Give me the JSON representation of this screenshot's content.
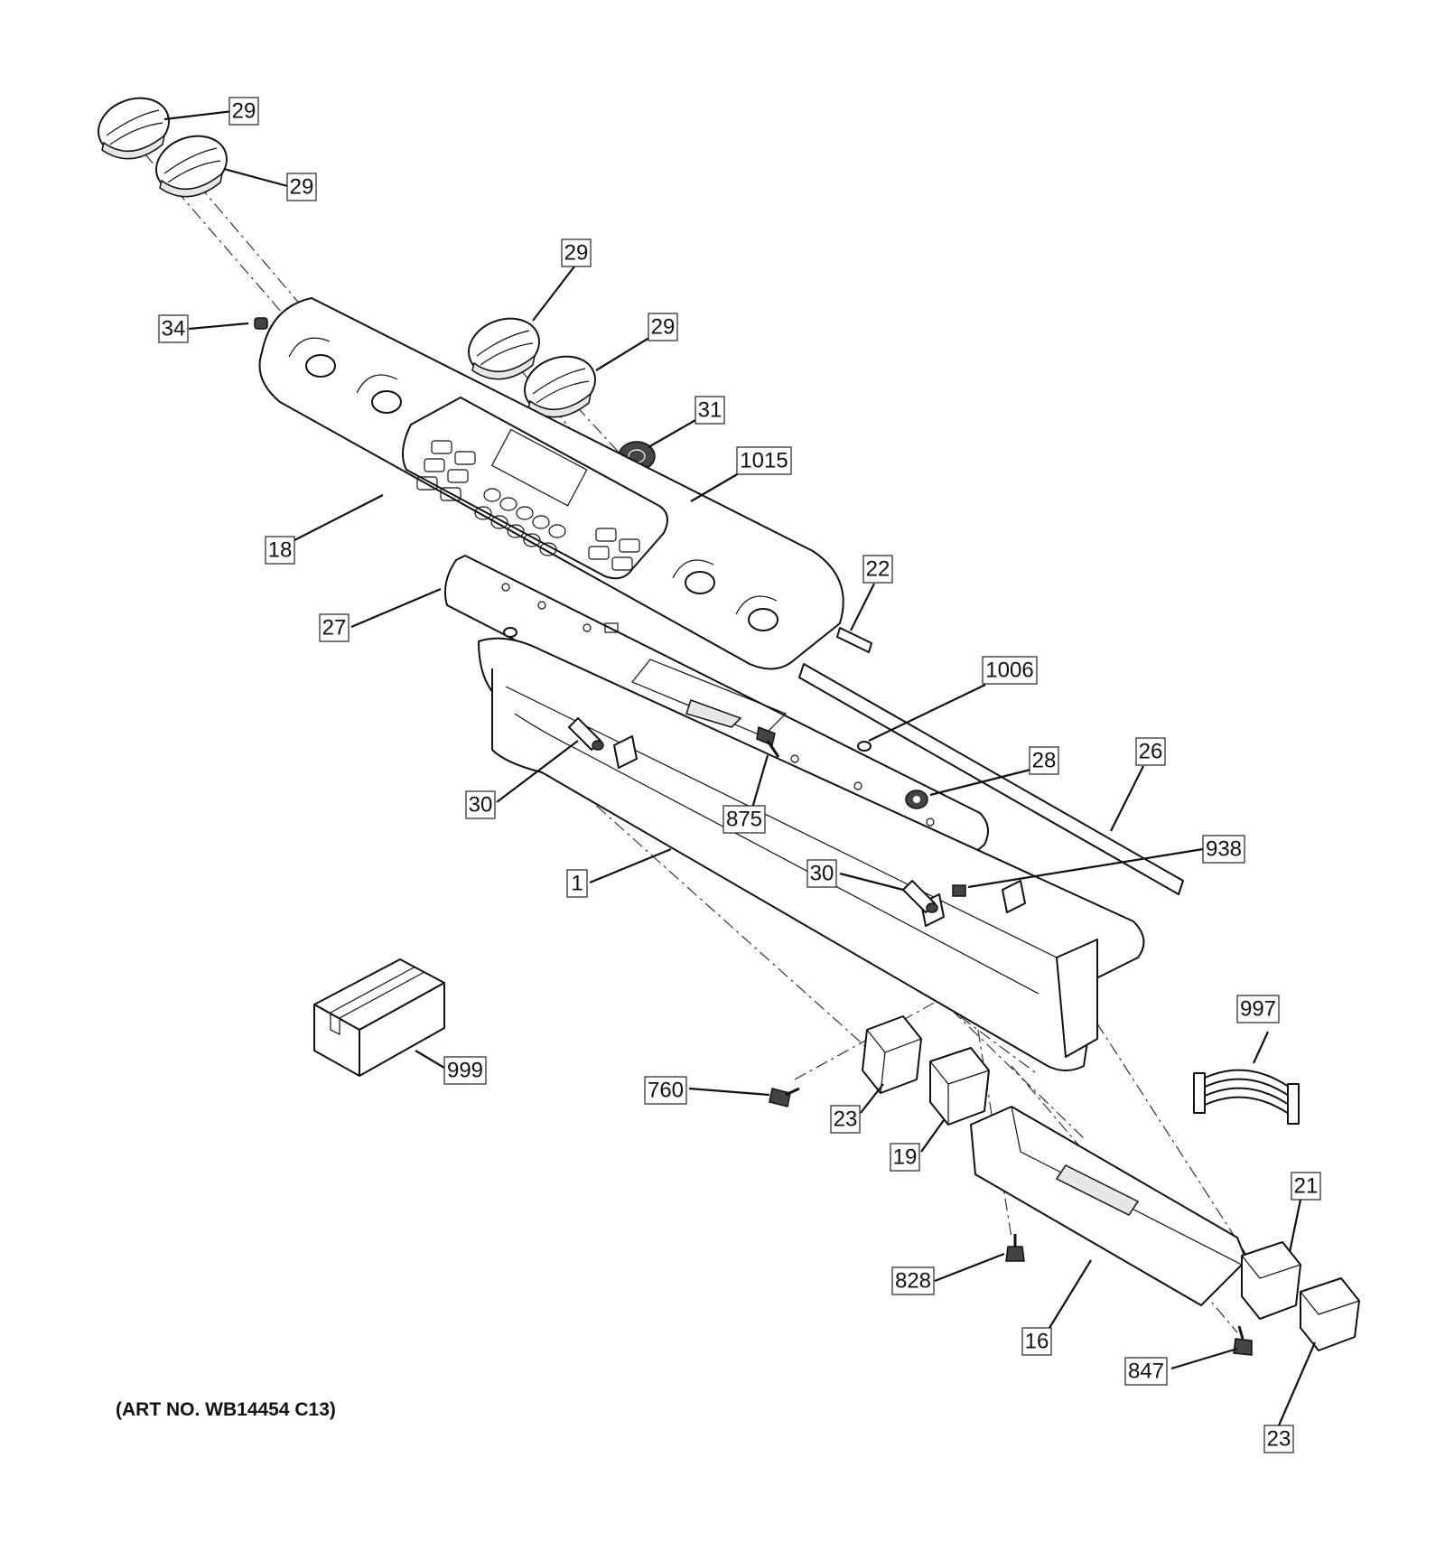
{
  "art_number": "(ART NO. WB14454 C13)",
  "callouts": [
    {
      "id": "c29a",
      "label": "29"
    },
    {
      "id": "c29b",
      "label": "29"
    },
    {
      "id": "c29c",
      "label": "29"
    },
    {
      "id": "c29d",
      "label": "29"
    },
    {
      "id": "c34",
      "label": "34"
    },
    {
      "id": "c31",
      "label": "31"
    },
    {
      "id": "c1015",
      "label": "1015"
    },
    {
      "id": "c18",
      "label": "18"
    },
    {
      "id": "c22",
      "label": "22"
    },
    {
      "id": "c27",
      "label": "27"
    },
    {
      "id": "c1006",
      "label": "1006"
    },
    {
      "id": "c28",
      "label": "28"
    },
    {
      "id": "c26",
      "label": "26"
    },
    {
      "id": "c30a",
      "label": "30"
    },
    {
      "id": "c875",
      "label": "875"
    },
    {
      "id": "c938",
      "label": "938"
    },
    {
      "id": "c30b",
      "label": "30"
    },
    {
      "id": "c1",
      "label": "1"
    },
    {
      "id": "c997",
      "label": "997"
    },
    {
      "id": "c999",
      "label": "999"
    },
    {
      "id": "c760",
      "label": "760"
    },
    {
      "id": "c23a",
      "label": "23"
    },
    {
      "id": "c19",
      "label": "19"
    },
    {
      "id": "c21",
      "label": "21"
    },
    {
      "id": "c828",
      "label": "828"
    },
    {
      "id": "c16",
      "label": "16"
    },
    {
      "id": "c847",
      "label": "847"
    },
    {
      "id": "c23b",
      "label": "23"
    }
  ]
}
